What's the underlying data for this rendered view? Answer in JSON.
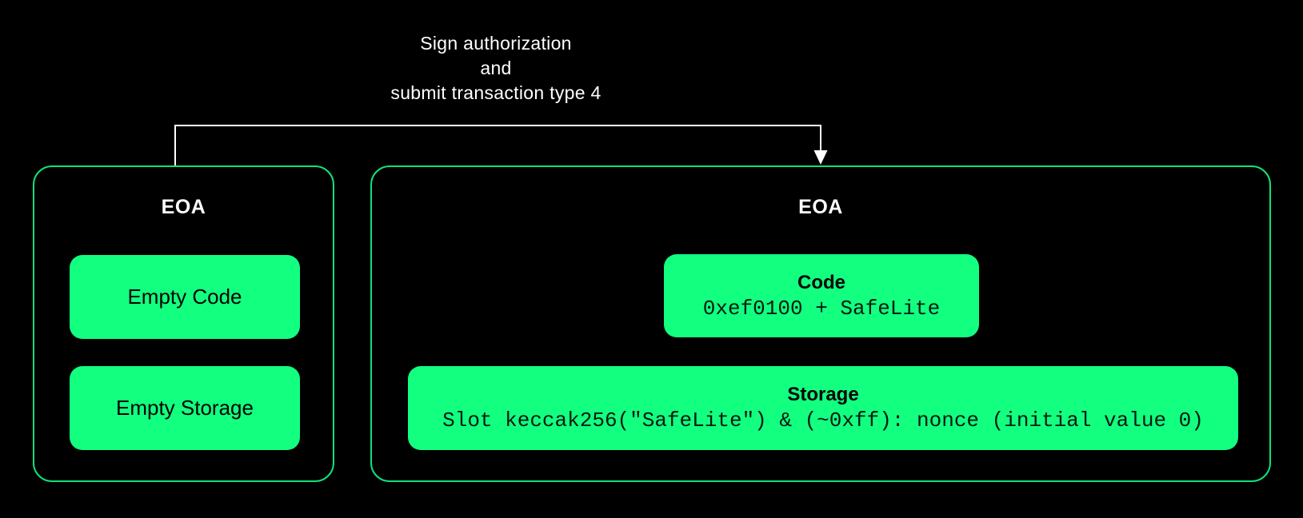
{
  "canvas": {
    "background": "#000000"
  },
  "colors": {
    "green_fill": "#12ff80",
    "green_border": "#0fe17a",
    "arrow_white": "#ffffff",
    "text_on_green": "#000000",
    "title_white": "#ffffff"
  },
  "arrow_label": {
    "line1": "Sign authorization",
    "line2": "and",
    "line3": "submit transaction type 4"
  },
  "left_account": {
    "title": "EOA",
    "items": [
      {
        "label": "Empty Code"
      },
      {
        "label": "Empty Storage"
      }
    ]
  },
  "right_account": {
    "title": "EOA",
    "code_box": {
      "title": "Code",
      "value": "0xef0100 + SafeLite"
    },
    "storage_box": {
      "title": "Storage",
      "value": "Slot keccak256(\"SafeLite\") & (~0xff): nonce (initial value 0)"
    }
  }
}
